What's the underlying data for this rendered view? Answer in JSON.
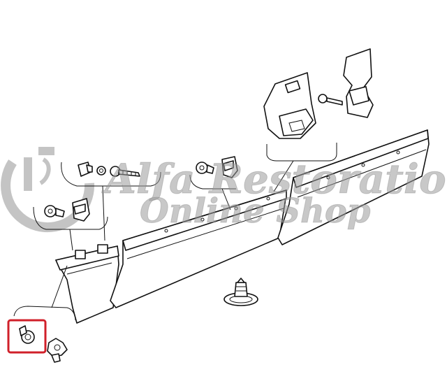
{
  "watermark": {
    "line1": "Alfa Restoration",
    "line2": "Online Shop"
  },
  "highlight": {
    "color": "#d0202a",
    "target": "clip-fastener"
  },
  "colors": {
    "line": "#111111",
    "watermark": "#9a9a9a"
  }
}
